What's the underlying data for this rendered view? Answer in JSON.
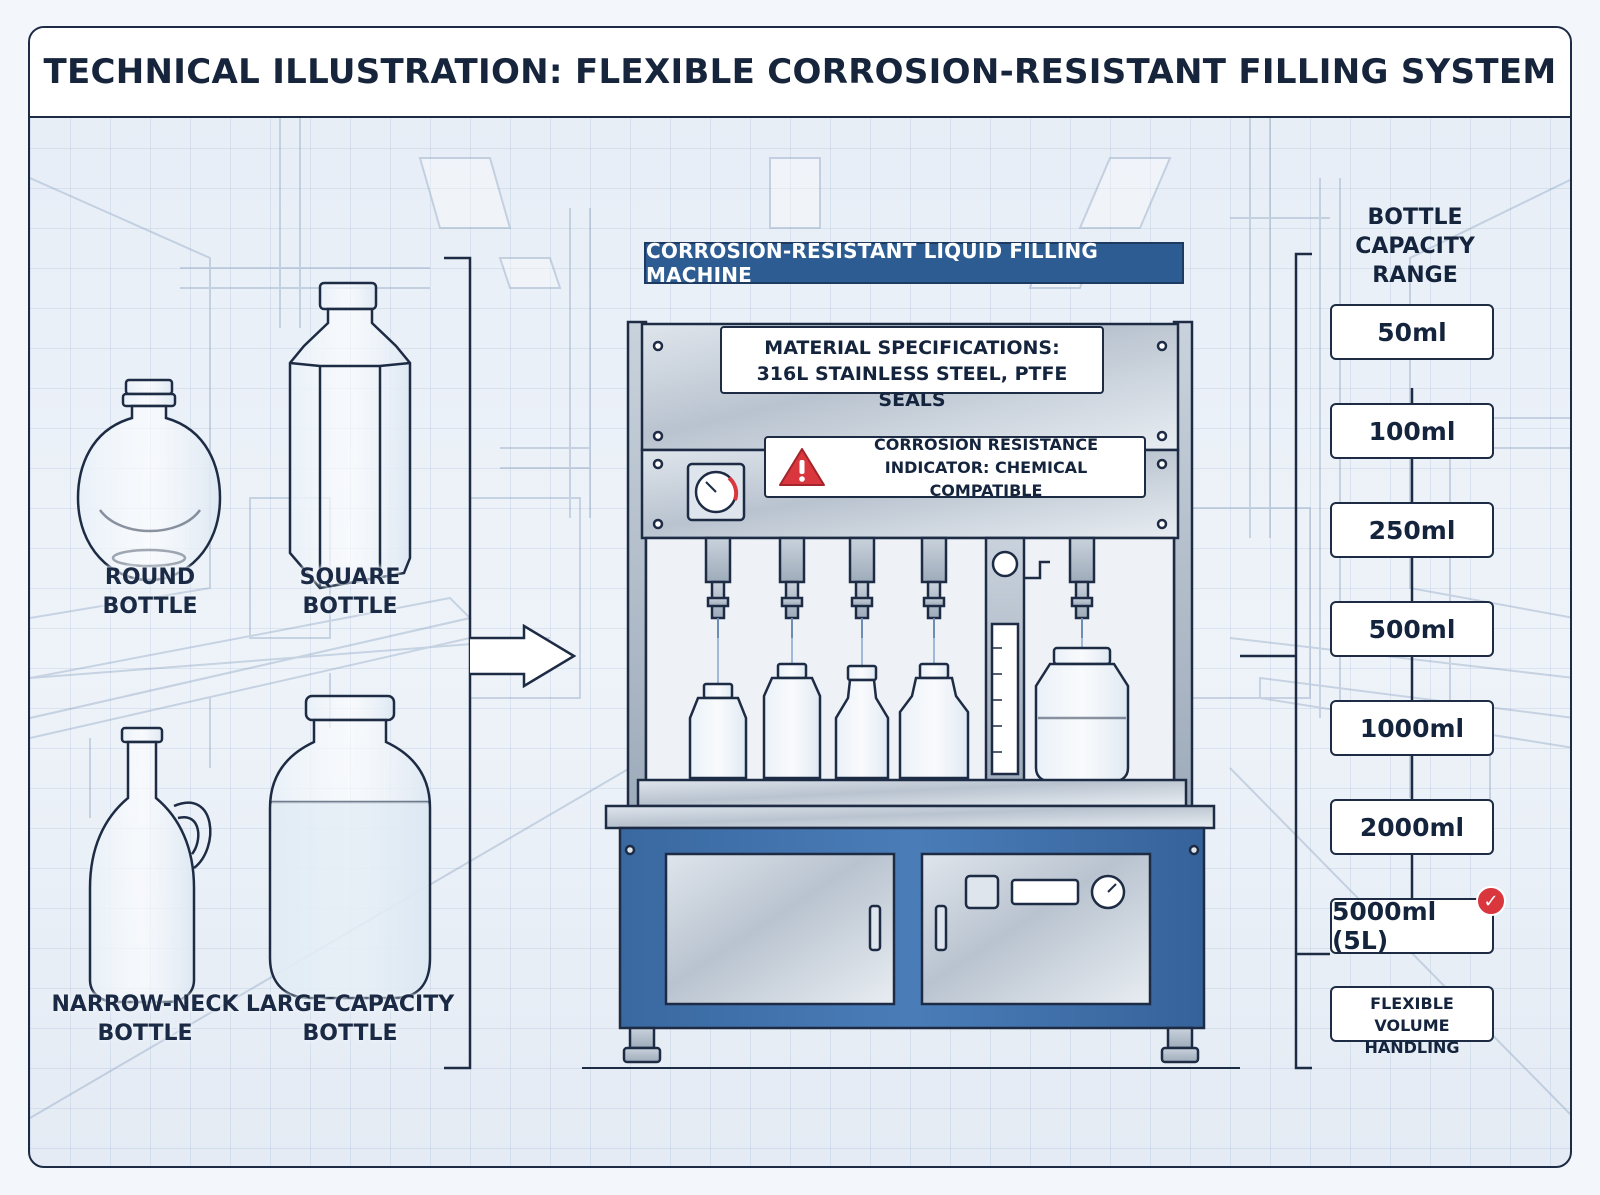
{
  "title": "TECHNICAL ILLUSTRATION: FLEXIBLE CORROSION-RESISTANT FILLING SYSTEM",
  "bottles": {
    "round": "ROUND\nBOTTLE",
    "square": "SQUARE\nBOTTLE",
    "narrow_neck": "NARROW-NECK\nBOTTLE",
    "large_capacity": "LARGE CAPACITY\nBOTTLE"
  },
  "machine": {
    "title": "CORROSION-RESISTANT LIQUID FILLING MACHINE",
    "spec_line1": "MATERIAL SPECIFICATIONS:",
    "spec_line2": "316L STAINLESS STEEL, PTFE SEALS",
    "indicator_line1": "CORROSION RESISTANCE",
    "indicator_line2": "INDICATOR: CHEMICAL COMPATIBLE"
  },
  "capacity": {
    "title": "BOTTLE\nCAPACITY\nRANGE",
    "items": [
      "50ml",
      "100ml",
      "250ml",
      "500ml",
      "1000ml",
      "2000ml",
      "5000ml (5L)"
    ],
    "flexible": "FLEXIBLE VOLUME\nHANDLING"
  },
  "colors": {
    "accent": "#2d5c92",
    "cabinet": "#3f6fa6",
    "warning": "#d9363e",
    "outline": "#1d2c44"
  }
}
